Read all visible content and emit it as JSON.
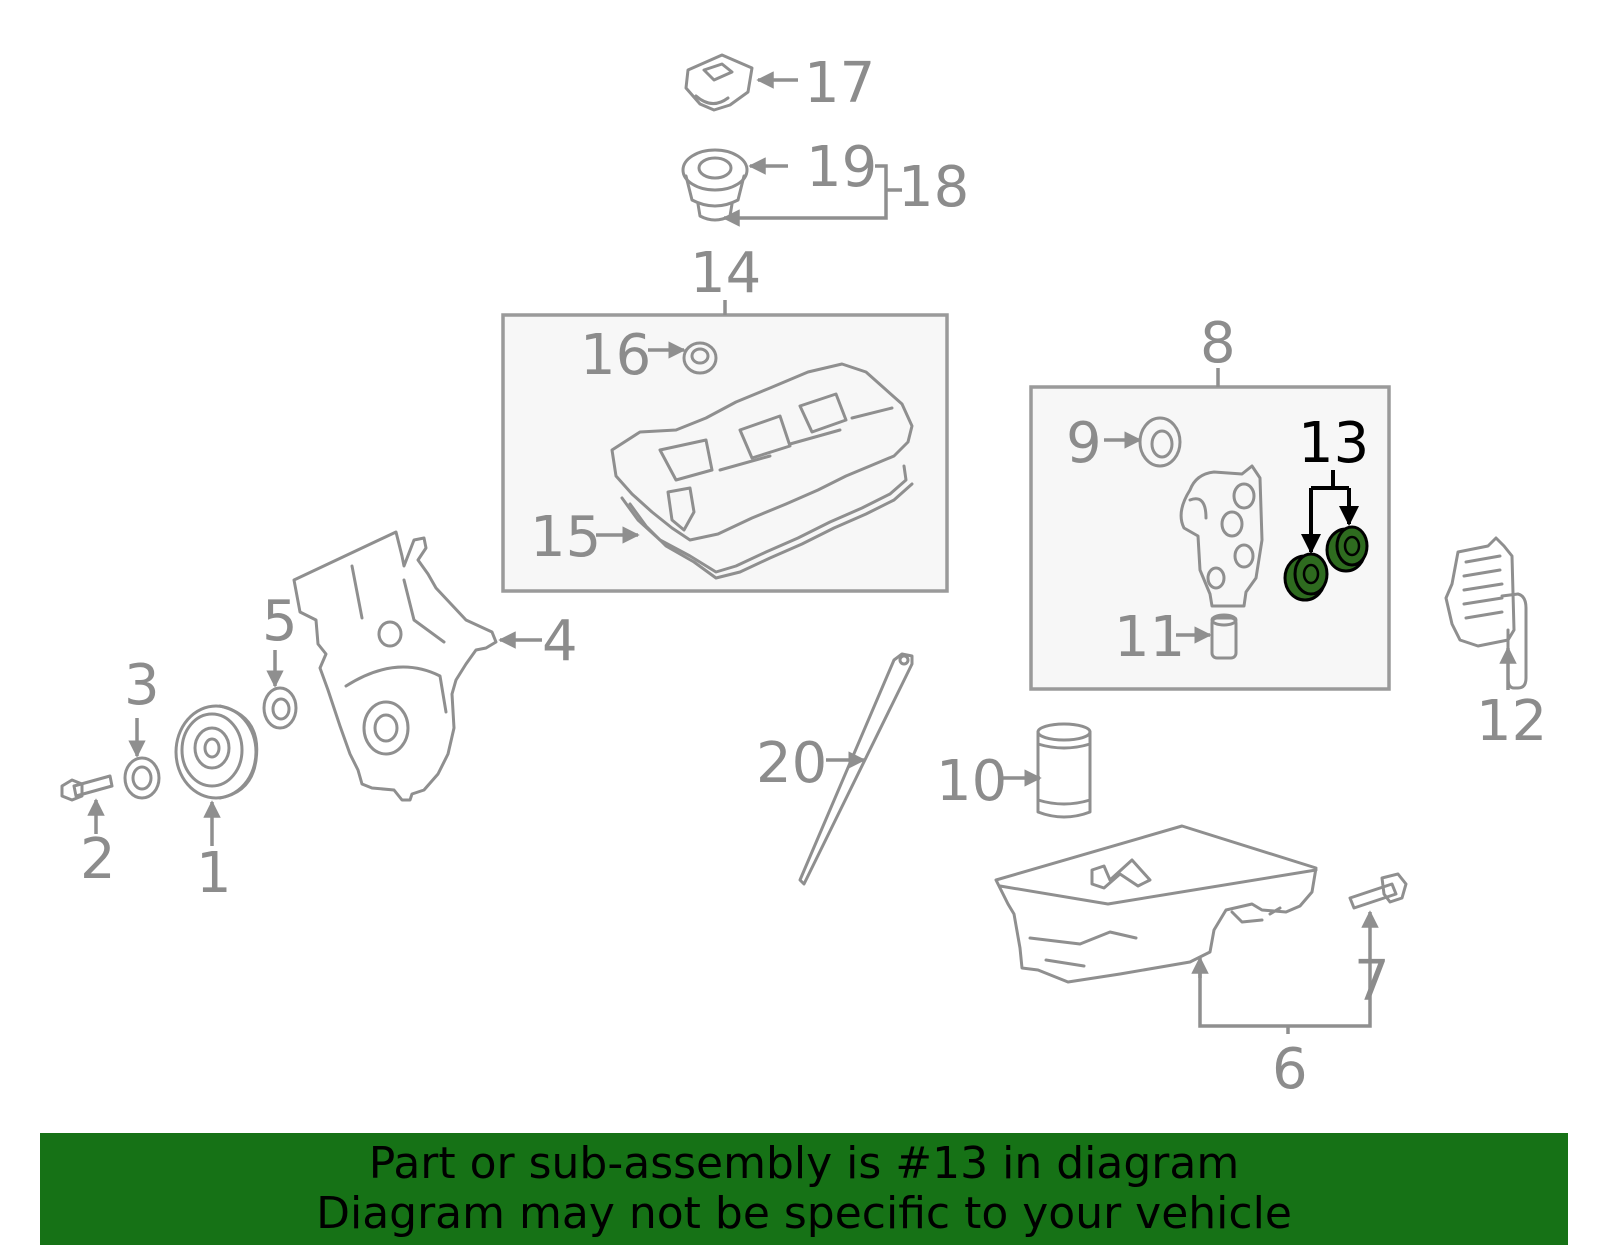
{
  "callouts": {
    "c1": "1",
    "c2": "2",
    "c3": "3",
    "c4": "4",
    "c5": "5",
    "c6": "6",
    "c7": "7",
    "c8": "8",
    "c9": "9",
    "c10": "10",
    "c11": "11",
    "c12": "12",
    "c13": "13",
    "c14": "14",
    "c15": "15",
    "c16": "16",
    "c17": "17",
    "c18": "18",
    "c19": "19",
    "c20": "20"
  },
  "highlight": {
    "part": "13",
    "fill_color": "#2e6b1f",
    "label_color": "#000000"
  },
  "banner": {
    "line1": "Part or sub-assembly is #13 in diagram",
    "line2": "Diagram may not be specific to your vehicle",
    "background": "#167216"
  }
}
